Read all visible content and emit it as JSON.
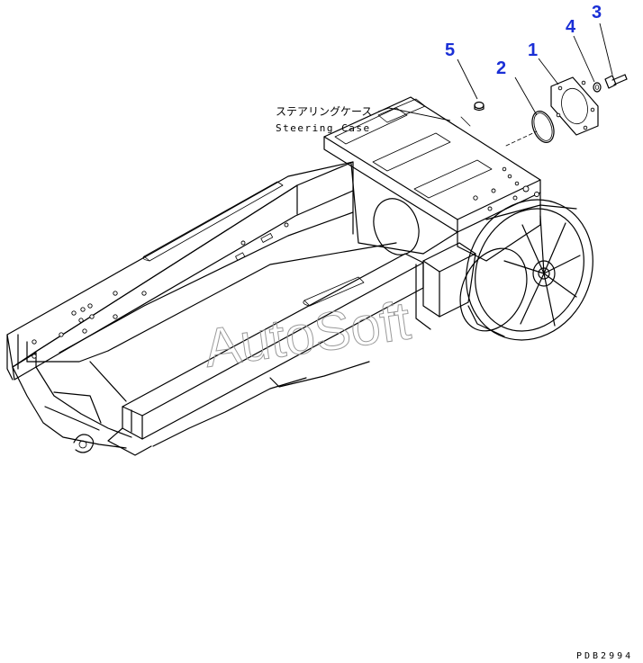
{
  "labels": {
    "steering_case_jp": "ステアリングケース",
    "steering_case_en": "Steering Case"
  },
  "callouts": [
    {
      "id": "part-1",
      "text": "1"
    },
    {
      "id": "part-2",
      "text": "2"
    },
    {
      "id": "part-3",
      "text": "3"
    },
    {
      "id": "part-4",
      "text": "4"
    },
    {
      "id": "part-5",
      "text": "5"
    }
  ],
  "watermark": "AutoSoft",
  "drawing_code": "PDB2994",
  "colors": {
    "callout": "#1a2fd6",
    "line": "#000000",
    "watermark": "#9a9a9a"
  }
}
